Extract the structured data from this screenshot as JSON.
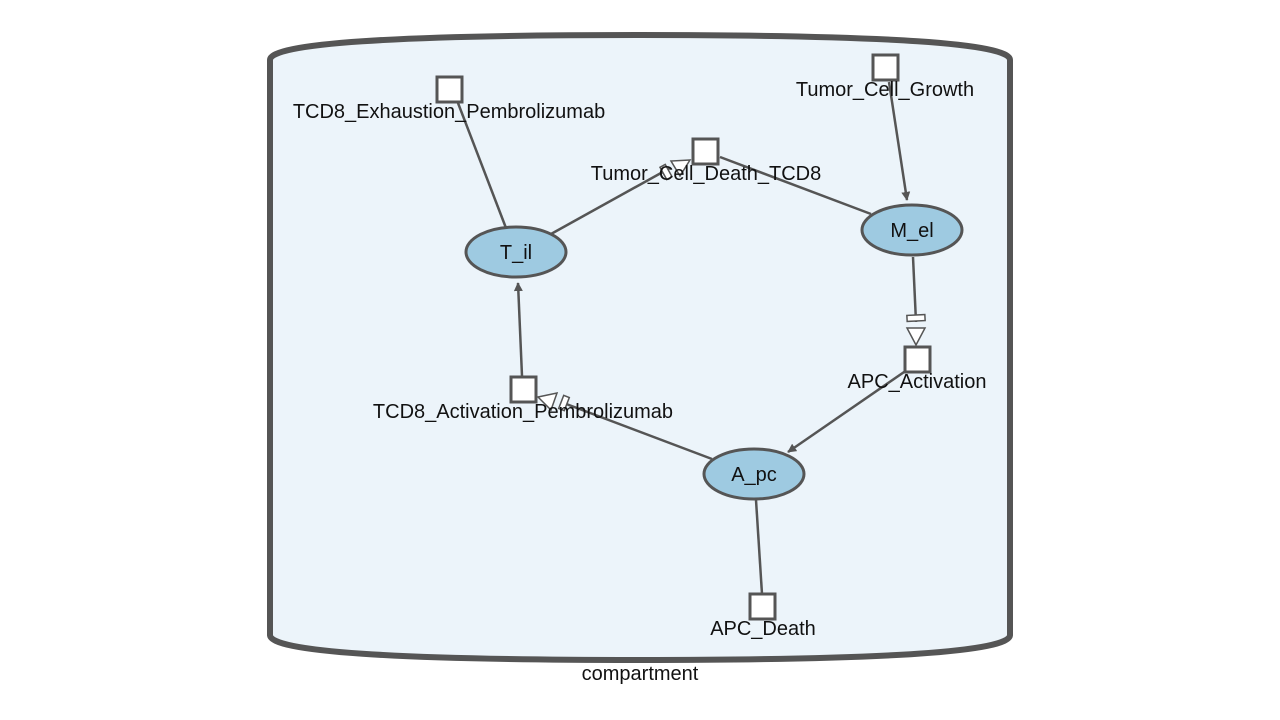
{
  "colors": {
    "compartment_fill": "#ecf4fa",
    "compartment_stroke": "#555555",
    "species_fill": "#9ecae1",
    "species_stroke": "#555555",
    "reaction_fill": "#ffffff",
    "edge": "#555555"
  },
  "compartment": {
    "label": "compartment"
  },
  "species": {
    "til": {
      "label": "T_il"
    },
    "mel": {
      "label": "M_el"
    },
    "apc": {
      "label": "A_pc"
    }
  },
  "reactions": {
    "exhaustion": {
      "label": "TCD8_Exhaustion_Pembrolizumab"
    },
    "growth": {
      "label": "Tumor_Cell_Growth"
    },
    "death_tcd8": {
      "label": "Tumor_Cell_Death_TCD8"
    },
    "apc_activation": {
      "label": "APC_Activation"
    },
    "tcd8_activation": {
      "label": "TCD8_Activation_Pembrolizumab"
    },
    "apc_death": {
      "label": "APC_Death"
    }
  }
}
